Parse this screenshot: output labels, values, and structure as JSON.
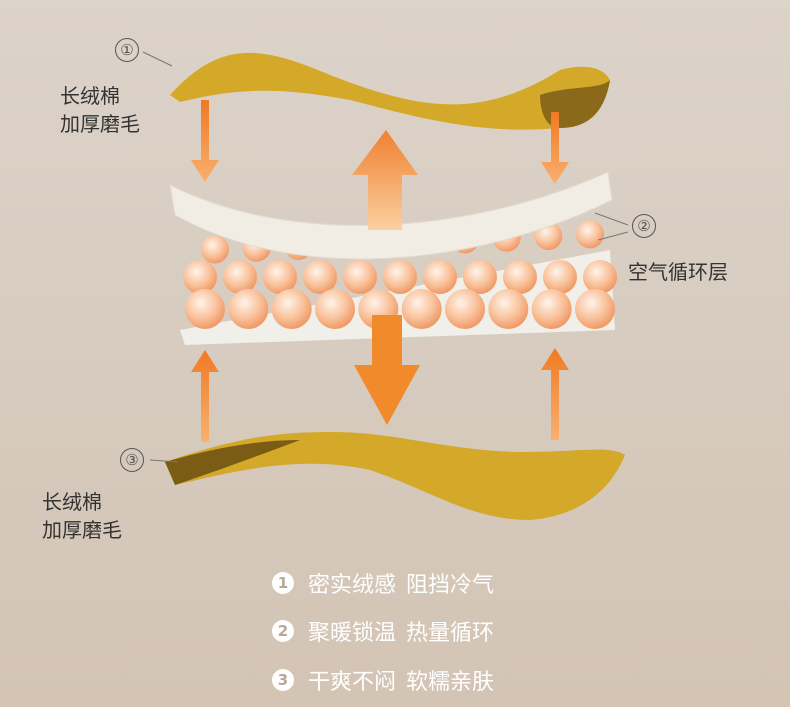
{
  "callouts": [
    {
      "num": "①",
      "lines": [
        "长绒棉",
        "加厚磨毛"
      ]
    },
    {
      "num": "②",
      "lines": [
        "空气循环层"
      ]
    },
    {
      "num": "③",
      "lines": [
        "长绒棉",
        "加厚磨毛"
      ]
    }
  ],
  "features": [
    {
      "num": "1",
      "a": "密实绒感",
      "b": "阻挡冷气"
    },
    {
      "num": "2",
      "a": "聚暖锁温",
      "b": "热量循环"
    },
    {
      "num": "3",
      "a": "干爽不闷",
      "b": "软糯亲肤"
    }
  ],
  "colors": {
    "fleece": "#d4a92a",
    "fleece_dark": "#8a6a1a",
    "arrow": "#f08a2a",
    "ball": "#f7b98e",
    "foam": "#f1ece4"
  }
}
